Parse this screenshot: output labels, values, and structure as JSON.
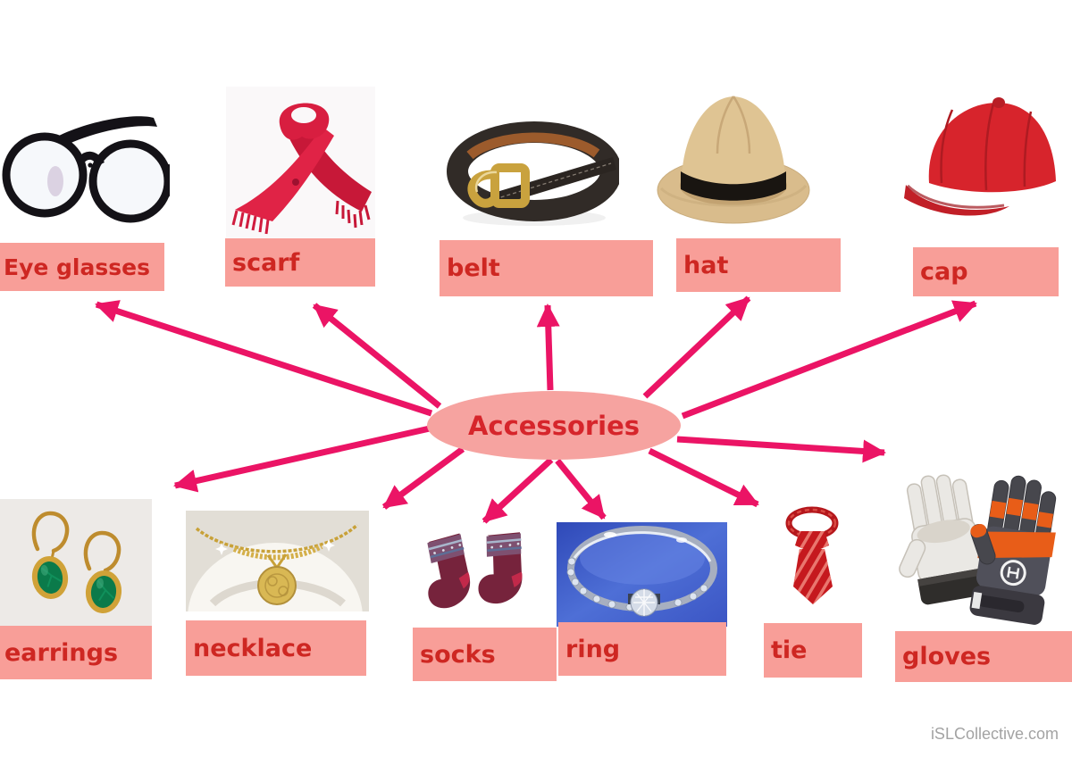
{
  "center": {
    "label": "Accessories"
  },
  "items": [
    {
      "id": "eye-glasses",
      "label": "Eye glasses",
      "photo": "eyeglasses-photo"
    },
    {
      "id": "scarf",
      "label": "scarf",
      "photo": "red-scarf-photo"
    },
    {
      "id": "belt",
      "label": "belt",
      "photo": "leather-belt-photo"
    },
    {
      "id": "hat",
      "label": "hat",
      "photo": "straw-hat-photo"
    },
    {
      "id": "cap",
      "label": "cap",
      "photo": "red-cap-photo"
    },
    {
      "id": "earrings",
      "label": "earrings",
      "photo": "green-gem-earrings-photo"
    },
    {
      "id": "necklace",
      "label": "necklace",
      "photo": "gold-necklace-photo"
    },
    {
      "id": "socks",
      "label": "socks",
      "photo": "wool-socks-photo"
    },
    {
      "id": "ring",
      "label": "ring",
      "photo": "diamond-ring-photo"
    },
    {
      "id": "tie",
      "label": "tie",
      "photo": "red-striped-tie-photo"
    },
    {
      "id": "gloves",
      "label": "gloves",
      "photo": "work-gloves-photo"
    }
  ],
  "watermark": {
    "text": "iSLCollective.com"
  },
  "colors": {
    "arrow": "#EB1465",
    "ellipse_fill": "#F6A3A0",
    "label_fill": "#F89E98",
    "label_text": "#CE2722",
    "center_text": "#D6252B",
    "watermark": "#A3A3A3"
  }
}
